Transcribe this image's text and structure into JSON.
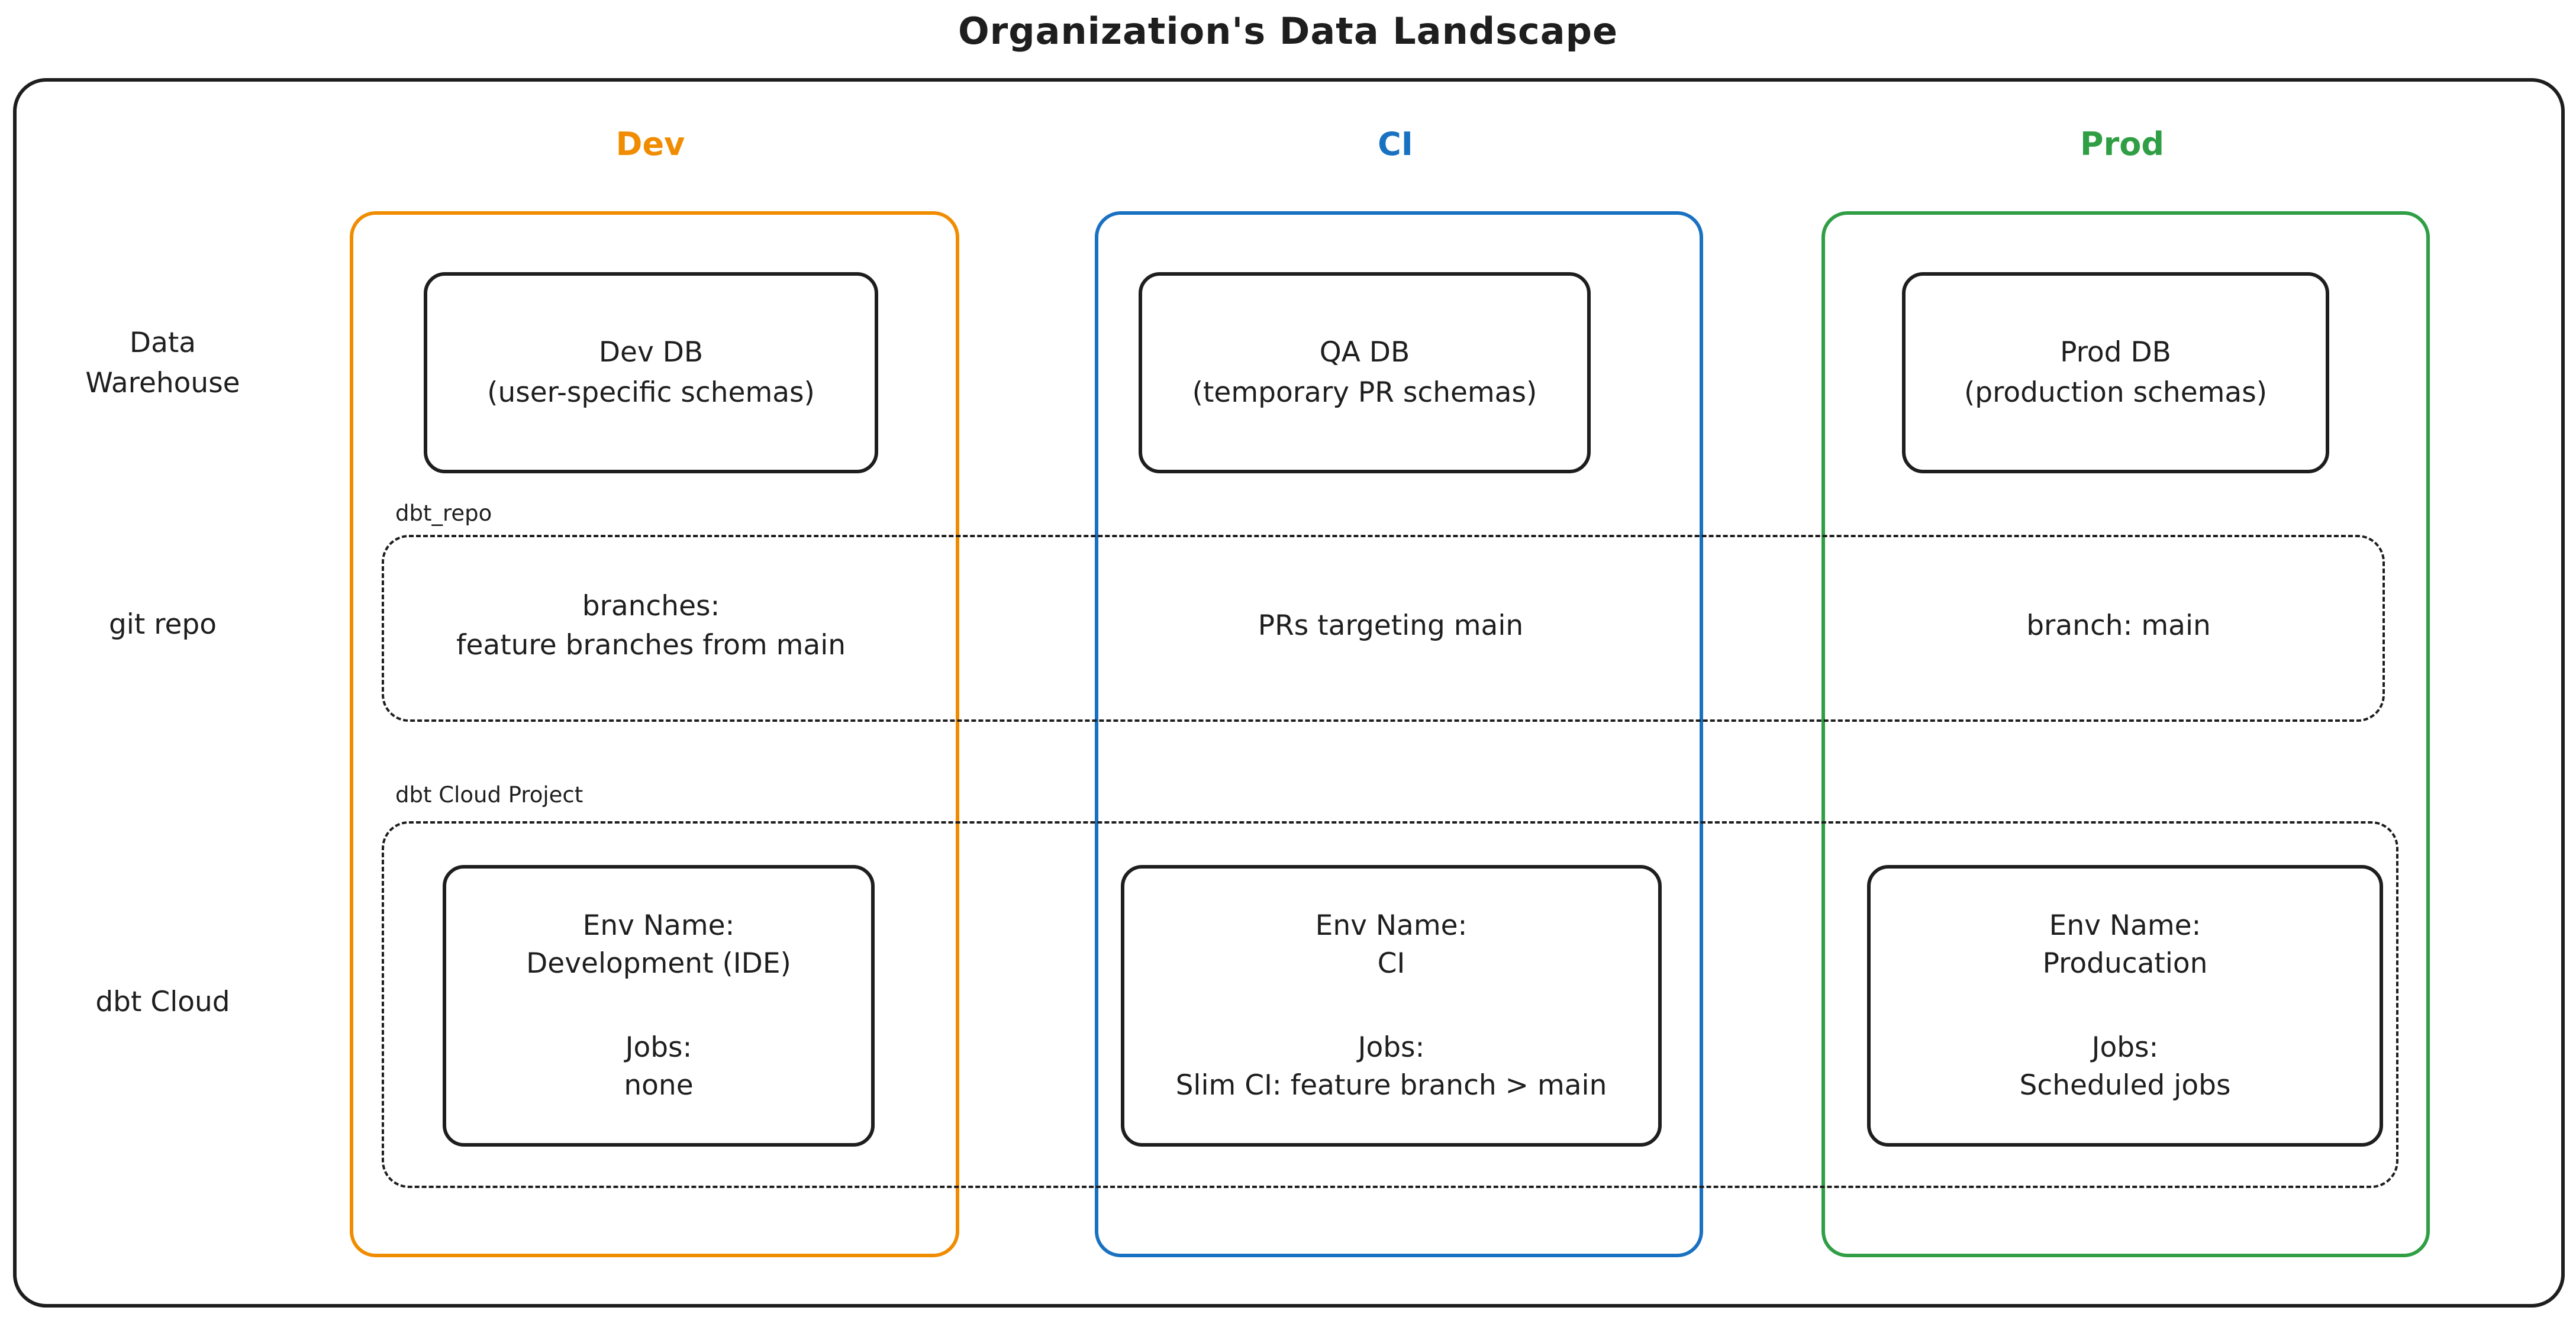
{
  "title": "Organization's Data Landscape",
  "colors": {
    "ink": "#1e1e1e",
    "dev_accent": "#f08c00",
    "ci_accent": "#1971c2",
    "prod_accent": "#2f9e44"
  },
  "columns": [
    {
      "id": "dev",
      "label": "Dev",
      "color": "#f08c00"
    },
    {
      "id": "ci",
      "label": "CI",
      "color": "#1971c2"
    },
    {
      "id": "prod",
      "label": "Prod",
      "color": "#2f9e44"
    }
  ],
  "row_labels": [
    {
      "label": "Data\nWarehouse"
    },
    {
      "label": "git repo"
    },
    {
      "label": "dbt Cloud"
    }
  ],
  "warehouse_row": {
    "dev_db": "Dev DB\n(user-specific schemas)",
    "ci_db": "QA DB\n(temporary PR schemas)",
    "prod_db": "Prod DB\n(production schemas)"
  },
  "git_repo_row": {
    "container_label": "dbt_repo",
    "dev": "branches:\nfeature branches from main",
    "ci": "PRs targeting main",
    "prod": "branch: main"
  },
  "dbt_cloud_row": {
    "container_label": "dbt Cloud Project",
    "environments": [
      {
        "env_name_label": "Env Name:",
        "env_name": "Development (IDE)",
        "jobs_label": "Jobs:",
        "jobs": "none"
      },
      {
        "env_name_label": "Env Name:",
        "env_name": "CI",
        "jobs_label": "Jobs:",
        "jobs": "Slim CI: feature branch > main"
      },
      {
        "env_name_label": "Env Name:",
        "env_name": "Producation",
        "jobs_label": "Jobs:",
        "jobs": "Scheduled jobs"
      }
    ]
  }
}
